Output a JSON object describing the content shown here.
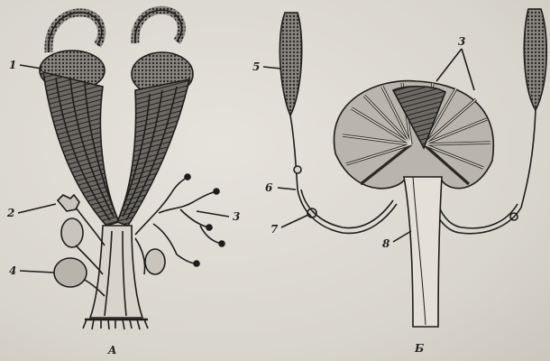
{
  "figure": {
    "panels": [
      {
        "id": "A",
        "label": "A"
      },
      {
        "id": "B",
        "label": "Б"
      }
    ],
    "callouts_a": [
      "1",
      "2",
      "3",
      "4"
    ],
    "callouts_b": [
      "3",
      "5",
      "6",
      "7",
      "8"
    ]
  }
}
